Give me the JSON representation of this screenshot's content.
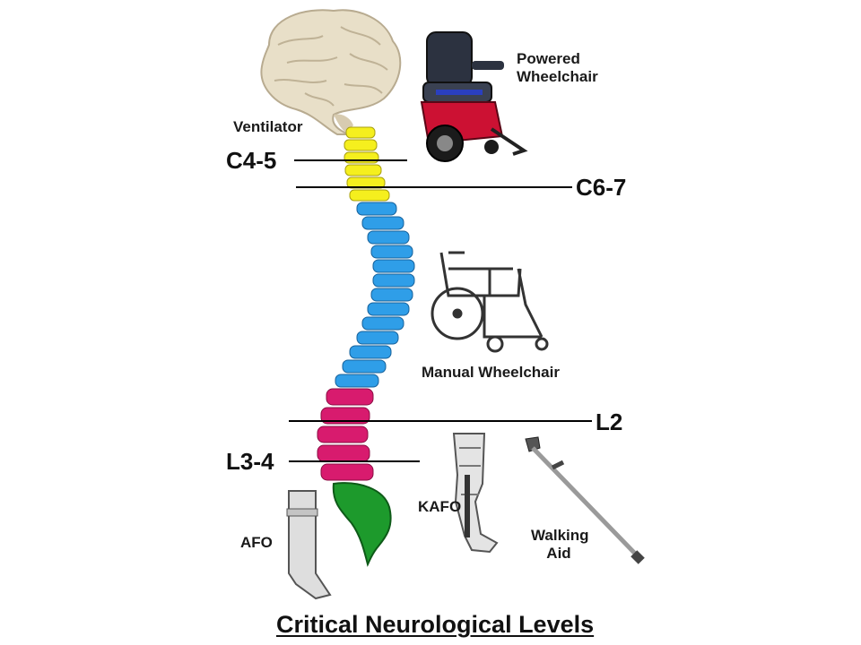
{
  "title": "Critical Neurological Levels",
  "levels": {
    "c45": "C4-5",
    "c67": "C6-7",
    "l2": "L2",
    "l34": "L3-4"
  },
  "devices": {
    "ventilator": "Ventilator",
    "powered_wheelchair": [
      "Powered",
      "Wheelchair"
    ],
    "manual_wheelchair": "Manual Wheelchair",
    "afo": "AFO",
    "kafo": "KAFO",
    "walking_aid": [
      "Walking",
      "Aid"
    ]
  },
  "colors": {
    "cervical": "#f5ef1e",
    "thoracic": "#2f9ee8",
    "lumbar": "#d81b6e",
    "sacral": "#1d9a2c",
    "brain": "#e8dfc8",
    "chair_seat": "#2c3240",
    "chair_base": "#cc1133"
  }
}
